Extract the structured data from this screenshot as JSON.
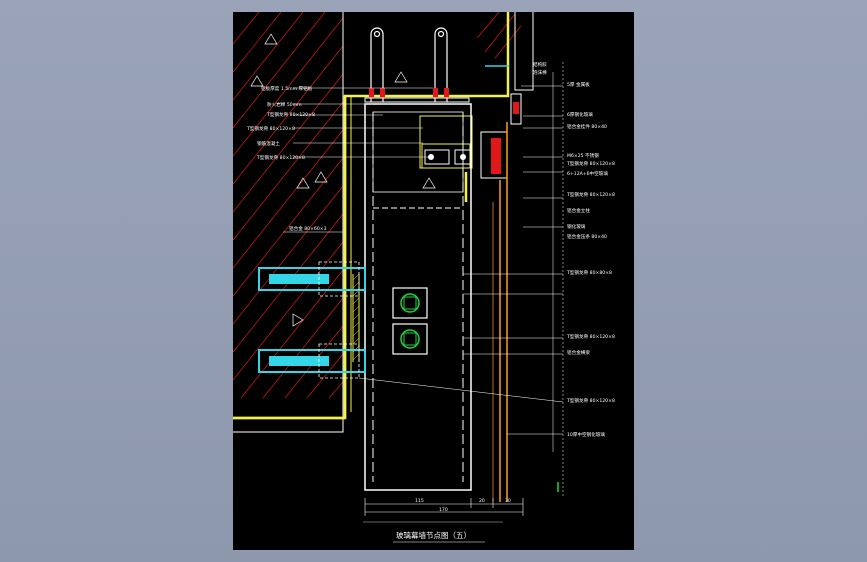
{
  "drawing": {
    "title": "玻璃幕墙节点图（五）",
    "colors": {
      "background": "#000000",
      "frame": "#f2f24a",
      "anchor": "#33d6e6",
      "accent_red": "#e01818",
      "orange": "#ff9a22",
      "green": "#22d040",
      "white": "#ffffff"
    },
    "labels_left": [
      "铝板厚度 1.5mm 厚铝板",
      "防火岩棉 50mm",
      "T型钢龙骨 80×120×8",
      "钢筋混凝土",
      "T型钢龙骨 80×120×8",
      "铝合金 80×60×3",
      "T型钢龙骨 80×120×8"
    ],
    "labels_right": [
      "结构胶",
      "泡沫棒",
      "5厚 金属板",
      "6厚钢化玻璃",
      "铝合金挂件 80×40",
      "M6×25 不锈钢",
      "T型钢龙骨 80×120×8",
      "6+12A+6中空玻璃",
      "T型钢龙骨 80×120×8",
      "铝合金立柱",
      "钢化玻璃",
      "铝合金压条 80×40",
      "T型钢龙骨 80×80×8",
      "T型钢龙骨 80×120×8",
      "铝合金横梁",
      "T型钢龙骨 80×120×8",
      "10厚中空钢化玻璃"
    ],
    "dims": [
      "115",
      "20",
      "30",
      "170"
    ]
  }
}
